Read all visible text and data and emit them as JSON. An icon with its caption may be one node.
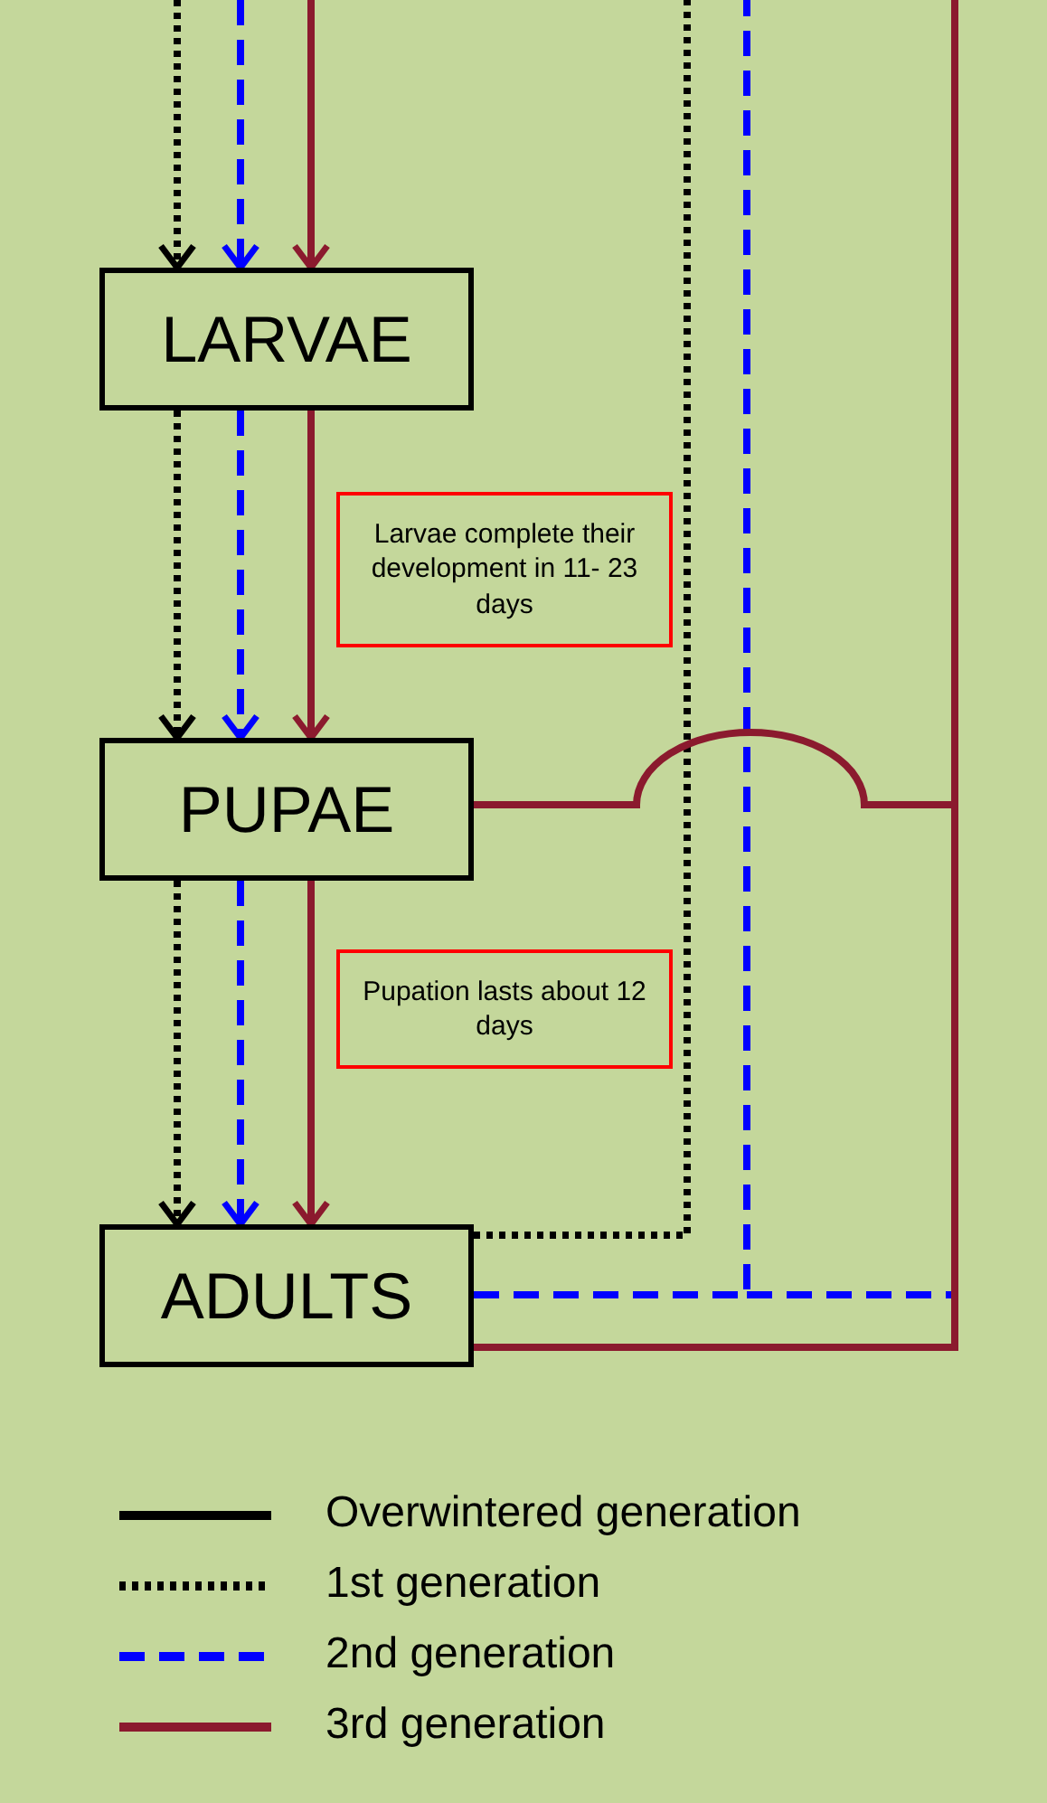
{
  "diagram": {
    "nodes": [
      {
        "text": [
          "LARVAE"
        ]
      },
      {
        "text": [
          "Larvae complete their development in 11- 23 days"
        ]
      },
      {
        "text": [
          "PUPAE"
        ]
      },
      {
        "text": [
          "Pupation lasts about 12 days"
        ]
      },
      {
        "text": [
          "ADULTS"
        ]
      }
    ],
    "edges": [
      {
        "from": null,
        "to": 0,
        "arrow": "to",
        "style": "dashed",
        "color": "#000000"
      },
      {
        "from": null,
        "to": 0,
        "arrow": "to",
        "style": "dashed",
        "color": "#0000ff"
      },
      {
        "from": null,
        "to": 0,
        "arrow": "to"
      },
      {
        "from": 0,
        "to": 2,
        "arrow": "to",
        "style": "dashed",
        "color": "#000000"
      },
      {
        "from": 0,
        "to": 2,
        "arrow": "to",
        "style": "dashed",
        "color": "#0000ff"
      },
      {
        "from": 0,
        "to": 2,
        "arrow": "to"
      },
      {
        "from": 2,
        "to": 4,
        "arrow": "to",
        "style": "dashed",
        "color": "#000000"
      },
      {
        "from": 2,
        "to": 4,
        "arrow": "to",
        "style": "dashed",
        "color": "#0000ff"
      },
      {
        "from": 2,
        "to": 4,
        "arrow": "to"
      },
      {
        "from": 4,
        "to": null,
        "arrow": "none",
        "style": "dashed",
        "color": "#000000"
      },
      {
        "from": 4,
        "to": null,
        "arrow": "none",
        "style": "dashed",
        "color": "#0000ff"
      },
      {
        "from": 2,
        "to": null,
        "arrow": "none"
      },
      {
        "from": 4,
        "to": null,
        "arrow": "none"
      }
    ],
    "legend": [
      {
        "text": "Overwintered generation"
      },
      {
        "text": "1st generation"
      },
      {
        "text": "2nd generation"
      },
      {
        "text": "3rd generation"
      }
    ]
  }
}
